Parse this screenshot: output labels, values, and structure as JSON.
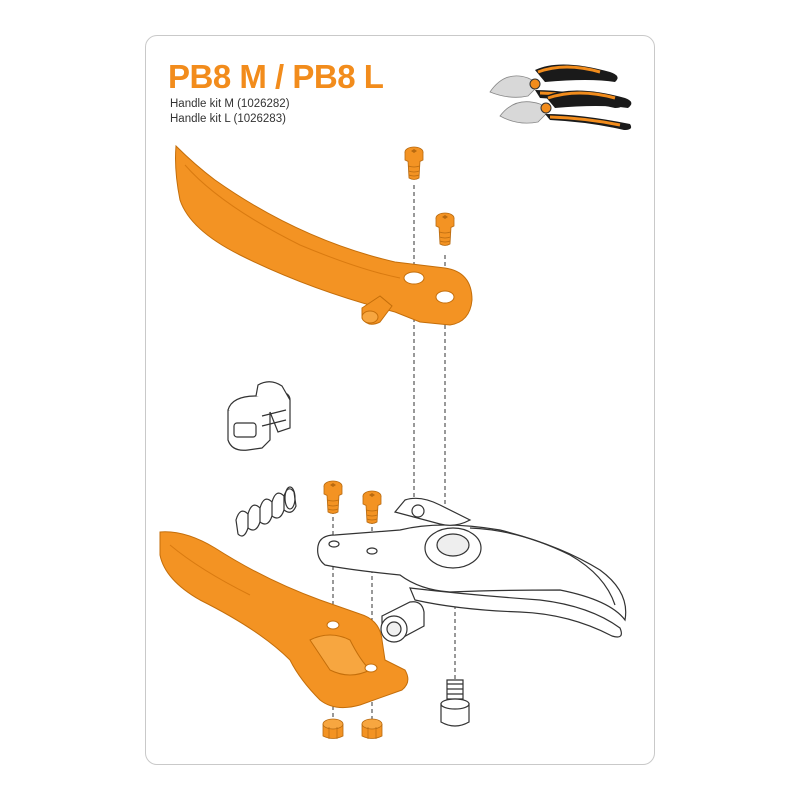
{
  "title": "PB8 M / PB8 L",
  "kits": [
    {
      "label": "Handle kit M (1026282)"
    },
    {
      "label": "Handle kit L (1026283)"
    }
  ],
  "colors": {
    "accent": "#f28c1c",
    "handle_fill": "#f39323",
    "outline": "#333333",
    "border": "#c9c9c9"
  },
  "parts": [
    "product-photo",
    "upper-handle",
    "upper-screw-1",
    "upper-screw-2",
    "catch-lock",
    "spring",
    "lower-screw-1",
    "lower-screw-2",
    "lower-handle",
    "blade",
    "bushing",
    "nut-1",
    "nut-2",
    "bolt"
  ]
}
